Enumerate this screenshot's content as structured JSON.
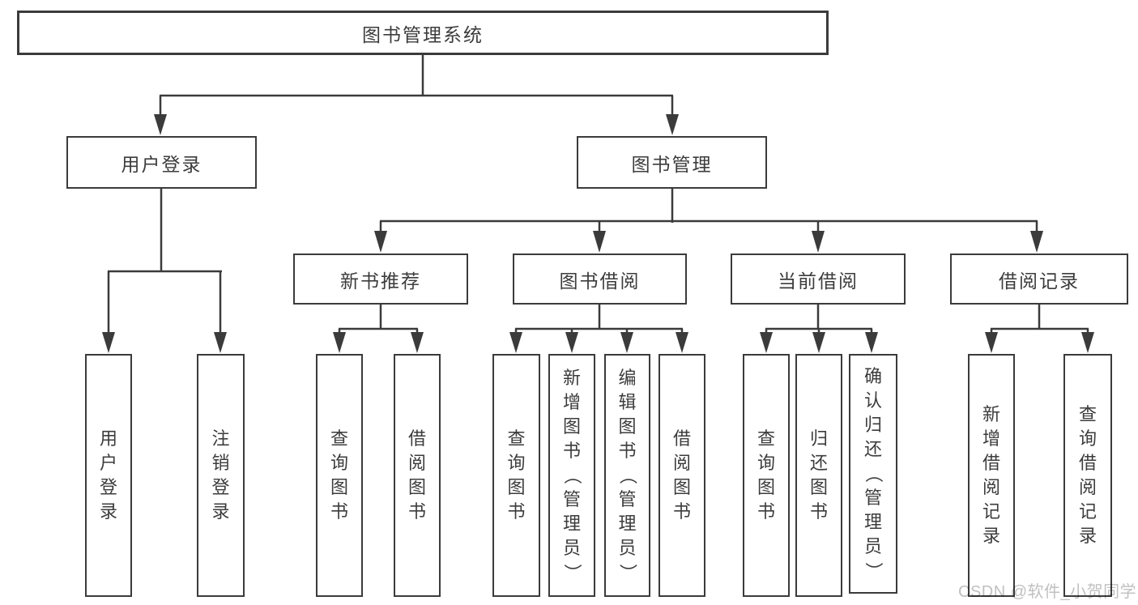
{
  "diagram": {
    "type": "hierarchy-tree",
    "title": "图书管理系统"
  },
  "nodes": {
    "root": {
      "label": "图书管理系统"
    },
    "user_login": {
      "label": "用户登录"
    },
    "book_management": {
      "label": "图书管理"
    },
    "new_book_recommend": {
      "label": "新书推荐"
    },
    "book_borrow": {
      "label": "图书借阅"
    },
    "current_borrow": {
      "label": "当前借阅"
    },
    "borrow_records": {
      "label": "借阅记录"
    },
    "user_login_leaf": {
      "label": "用户登录"
    },
    "logout": {
      "label": "注销登录"
    },
    "query_books_a": {
      "label": "查询图书"
    },
    "borrow_books_a": {
      "label": "借阅图书"
    },
    "query_books_b": {
      "label": "查询图书"
    },
    "add_book_admin": {
      "label": "新增图书（管理员）"
    },
    "edit_book_admin": {
      "label": "编辑图书（管理员）"
    },
    "borrow_books_b": {
      "label": "借阅图书"
    },
    "query_books_c": {
      "label": "查询图书"
    },
    "return_books": {
      "label": "归还图书"
    },
    "confirm_return_admin": {
      "label": "确认归还（管理员）"
    },
    "add_borrow_record": {
      "label": "新增借阅记录"
    },
    "query_borrow_record": {
      "label": "查询借阅记录"
    }
  },
  "edges": [
    {
      "from": "root",
      "to": "user_login"
    },
    {
      "from": "root",
      "to": "book_management"
    },
    {
      "from": "user_login",
      "to": "user_login_leaf"
    },
    {
      "from": "user_login",
      "to": "logout"
    },
    {
      "from": "book_management",
      "to": "new_book_recommend"
    },
    {
      "from": "book_management",
      "to": "book_borrow"
    },
    {
      "from": "book_management",
      "to": "current_borrow"
    },
    {
      "from": "book_management",
      "to": "borrow_records"
    },
    {
      "from": "new_book_recommend",
      "to": "query_books_a"
    },
    {
      "from": "new_book_recommend",
      "to": "borrow_books_a"
    },
    {
      "from": "book_borrow",
      "to": "query_books_b"
    },
    {
      "from": "book_borrow",
      "to": "add_book_admin"
    },
    {
      "from": "book_borrow",
      "to": "edit_book_admin"
    },
    {
      "from": "book_borrow",
      "to": "borrow_books_b"
    },
    {
      "from": "current_borrow",
      "to": "query_books_c"
    },
    {
      "from": "current_borrow",
      "to": "return_books"
    },
    {
      "from": "current_borrow",
      "to": "confirm_return_admin"
    },
    {
      "from": "borrow_records",
      "to": "add_borrow_record"
    },
    {
      "from": "borrow_records",
      "to": "query_borrow_record"
    }
  ],
  "watermark": {
    "text": "CSDN @软件_小贺同学"
  },
  "colors": {
    "line": "#3b3b3b",
    "text": "#3c3c3c",
    "background": "#ffffff",
    "watermark": "#c0c0c0"
  }
}
